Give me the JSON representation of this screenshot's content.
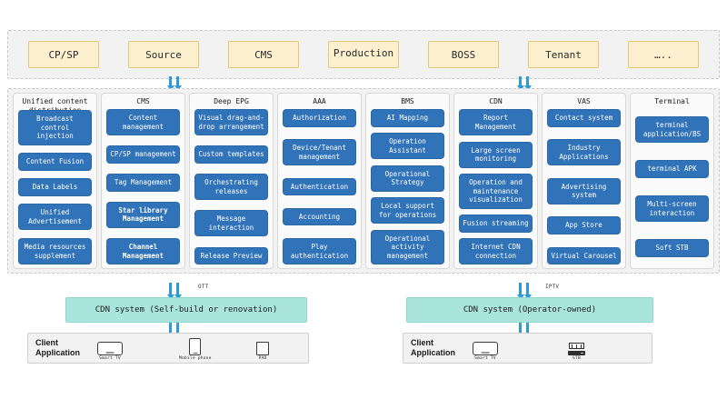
{
  "top_row": {
    "items": [
      {
        "label": "CP/SP",
        "overflow": false
      },
      {
        "label": "Source",
        "overflow": false
      },
      {
        "label": "CMS",
        "overflow": false
      },
      {
        "label": "Production",
        "overflow": true
      },
      {
        "label": "BOSS",
        "overflow": false
      },
      {
        "label": "Tenant",
        "overflow": false
      },
      {
        "label": "…..",
        "overflow": false
      }
    ]
  },
  "panel": {
    "columns": [
      {
        "title": "Unified content distribution",
        "clipped": true,
        "items": [
          {
            "label": "Broadcast control injection",
            "bold": false
          },
          {
            "label": "Content Fusion",
            "bold": false
          },
          {
            "label": "Data Labels",
            "bold": false
          },
          {
            "label": "Unified Advertisement",
            "bold": false
          },
          {
            "label": "Media resources supplement",
            "bold": false
          }
        ]
      },
      {
        "title": "CMS",
        "clipped": false,
        "items": [
          {
            "label": "Content management",
            "bold": false
          },
          {
            "label": "CP/SP management",
            "bold": false
          },
          {
            "label": "Tag Management",
            "bold": false
          },
          {
            "label": "Star library Management",
            "bold": true
          },
          {
            "label": "Channel Management",
            "bold": true
          }
        ]
      },
      {
        "title": "Deep EPG",
        "clipped": false,
        "items": [
          {
            "label": "Visual drag-and-drop arrangement",
            "bold": false
          },
          {
            "label": "Custom templates",
            "bold": false
          },
          {
            "label": "Orchestrating releases",
            "bold": false
          },
          {
            "label": "Message interaction",
            "bold": false
          },
          {
            "label": "Release Preview",
            "bold": false
          }
        ]
      },
      {
        "title": "AAA",
        "clipped": false,
        "items": [
          {
            "label": "Authorization",
            "bold": false
          },
          {
            "label": "Device/Tenant management",
            "bold": false
          },
          {
            "label": "Authentication",
            "bold": false
          },
          {
            "label": "Accounting",
            "bold": false
          },
          {
            "label": "Play authentication",
            "bold": false
          }
        ]
      },
      {
        "title": "BMS",
        "clipped": false,
        "items": [
          {
            "label": "AI Mapping",
            "bold": false
          },
          {
            "label": "Operation Assistant",
            "bold": false
          },
          {
            "label": "Operational Strategy",
            "bold": false
          },
          {
            "label": "Local support for operations",
            "bold": false
          },
          {
            "label": "Operational activity management",
            "bold": false
          }
        ]
      },
      {
        "title": "CDN",
        "clipped": false,
        "items": [
          {
            "label": "Report Management",
            "bold": false
          },
          {
            "label": "Large screen monitoring",
            "bold": false
          },
          {
            "label": "Operation and maintenance visualization",
            "bold": false
          },
          {
            "label": "Fusion streaming",
            "bold": false
          },
          {
            "label": "Internet CDN connection",
            "bold": false
          }
        ]
      },
      {
        "title": "VAS",
        "clipped": false,
        "items": [
          {
            "label": "Contact system",
            "bold": false
          },
          {
            "label": "Industry Applications",
            "bold": false
          },
          {
            "label": "Advertising system",
            "bold": false
          },
          {
            "label": "App Store",
            "bold": false
          },
          {
            "label": "Virtual Carousel",
            "bold": false
          }
        ]
      },
      {
        "title": "Terminal",
        "clipped": false,
        "sparse": true,
        "items": [
          {
            "label": "terminal application/BS",
            "bold": false
          },
          {
            "label": "terminal APK",
            "bold": false
          },
          {
            "label": "Multi-screen interaction",
            "bold": false
          },
          {
            "label": "Soft STB",
            "bold": false
          }
        ]
      }
    ]
  },
  "flows": {
    "ott_label": "OTT",
    "iptv_label": "IPTV"
  },
  "cdn": {
    "left_label": "CDN system (Self-build or renovation)",
    "right_label": "CDN system (Operator-owned)"
  },
  "clients": {
    "left": {
      "title": "Client Application",
      "devices": [
        {
          "name": "smart-tv",
          "label": "Smart TV"
        },
        {
          "name": "mobile-phone",
          "label": "Mobile phone"
        },
        {
          "name": "pad",
          "label": "PAD"
        }
      ]
    },
    "right": {
      "title": "Client Application",
      "devices": [
        {
          "name": "smart-tv",
          "label": "Smart TV"
        },
        {
          "name": "stb",
          "label": "STB"
        }
      ]
    }
  },
  "colors": {
    "source_box": "#fdf0cf",
    "capability_box": "#3173b8",
    "cdn_bar": "#a9e4dd",
    "arrow": "#2e9bd6"
  }
}
